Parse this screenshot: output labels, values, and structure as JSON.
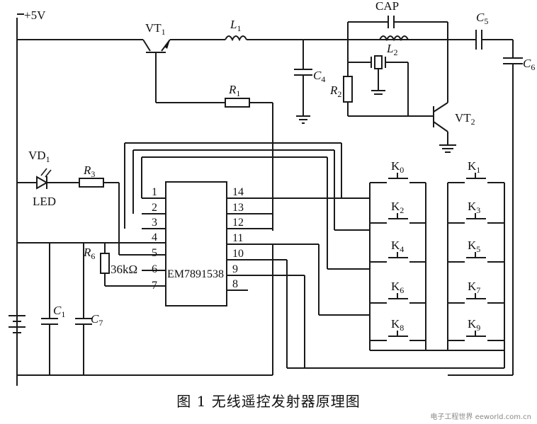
{
  "labels": {
    "vcc": "+5V",
    "vt1": "VT",
    "vt1_sub": "1",
    "l1": "L",
    "l1_sub": "1",
    "cap": "CAP",
    "c5": "C",
    "c5_sub": "5",
    "c6": "C",
    "c6_sub": "6",
    "l2": "L",
    "l2_sub": "2",
    "c4": "C",
    "c4_sub": "4",
    "r2": "R",
    "r2_sub": "2",
    "r1": "R",
    "r1_sub": "1",
    "vt2": "VT",
    "vt2_sub": "2",
    "vd1": "VD",
    "vd1_sub": "1",
    "r3": "R",
    "r3_sub": "3",
    "led": "LED",
    "r6": "R",
    "r6_sub": "6",
    "r6_value": "36kΩ",
    "c1": "C",
    "c1_sub": "1",
    "c7": "C",
    "c7_sub": "7",
    "chip": "EM7891538"
  },
  "pins_left": [
    "1",
    "2",
    "3",
    "4",
    "5",
    "6",
    "7"
  ],
  "pins_right": [
    "14",
    "13",
    "12",
    "11",
    "10",
    "9",
    "8"
  ],
  "keys": [
    {
      "name": "K",
      "sub": "0"
    },
    {
      "name": "K",
      "sub": "1"
    },
    {
      "name": "K",
      "sub": "2"
    },
    {
      "name": "K",
      "sub": "3"
    },
    {
      "name": "K",
      "sub": "4"
    },
    {
      "name": "K",
      "sub": "5"
    },
    {
      "name": "K",
      "sub": "6"
    },
    {
      "name": "K",
      "sub": "7"
    },
    {
      "name": "K",
      "sub": "8"
    },
    {
      "name": "K",
      "sub": "9"
    }
  ],
  "caption": "图 1   无线遥控发射器原理图",
  "watermark": "电子工程世界 eeworld.com.cn"
}
